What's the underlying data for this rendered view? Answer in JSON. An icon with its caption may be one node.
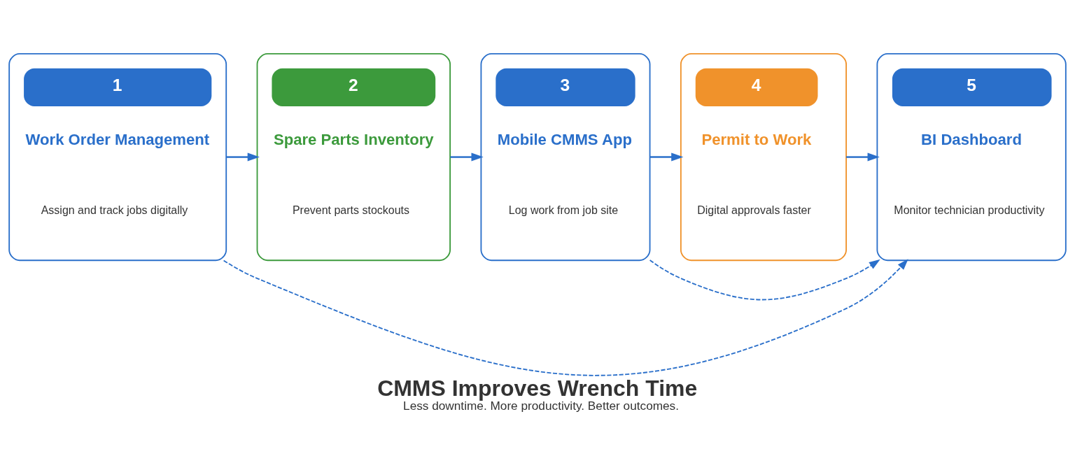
{
  "diagram": {
    "title": "CMMS Improves Wrench Time",
    "caption": "Less downtime. More productivity. Better outcomes.",
    "nodes": [
      {
        "text": [
          "1",
          "Work Order Management",
          "Assign and track jobs digitally"
        ]
      },
      {
        "text": [
          "2",
          "Spare Parts Inventory",
          "Prevent parts stockouts"
        ]
      },
      {
        "text": [
          "3",
          "Mobile CMMS App",
          "Log work from job site"
        ]
      },
      {
        "text": [
          "4",
          "Permit to Work",
          "Digital approvals faster"
        ]
      },
      {
        "text": [
          "5",
          "BI Dashboard",
          "Monitor technician productivity"
        ]
      }
    ],
    "edges": [
      {
        "from": 0,
        "to": 1,
        "arrow": "to"
      },
      {
        "from": 1,
        "to": 2,
        "arrow": "to"
      },
      {
        "from": 2,
        "to": 3,
        "arrow": "to"
      },
      {
        "from": 3,
        "to": 4,
        "arrow": "to"
      },
      {
        "from": 0,
        "to": 4,
        "arrow": "to",
        "style": "dashed"
      },
      {
        "from": 2,
        "to": 4,
        "arrow": "to",
        "style": "dashed"
      }
    ]
  }
}
